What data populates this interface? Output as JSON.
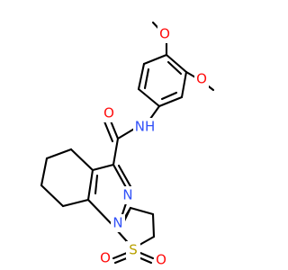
{
  "molecule": {
    "atoms": {
      "O_methoxy_top": {
        "symbol": "O",
        "color": "#FF0D0D"
      },
      "O_methoxy_right": {
        "symbol": "O",
        "color": "#FF0D0D"
      },
      "O_carbonyl": {
        "symbol": "O",
        "color": "#FF0D0D"
      },
      "N_amide": {
        "symbol": "N",
        "hydrogen": "H",
        "color": "#3050F8"
      },
      "N_pyrazole_2": {
        "symbol": "N",
        "color": "#3050F8"
      },
      "N_pyrazole_1": {
        "symbol": "N",
        "color": "#3050F8"
      },
      "S_sulfolane": {
        "symbol": "S",
        "color": "#B8A000"
      },
      "O_sulfonyl_left": {
        "symbol": "O",
        "color": "#FF0D0D"
      },
      "O_sulfonyl_right": {
        "symbol": "O",
        "color": "#FF0D0D"
      }
    },
    "bond_color": "#000000"
  }
}
